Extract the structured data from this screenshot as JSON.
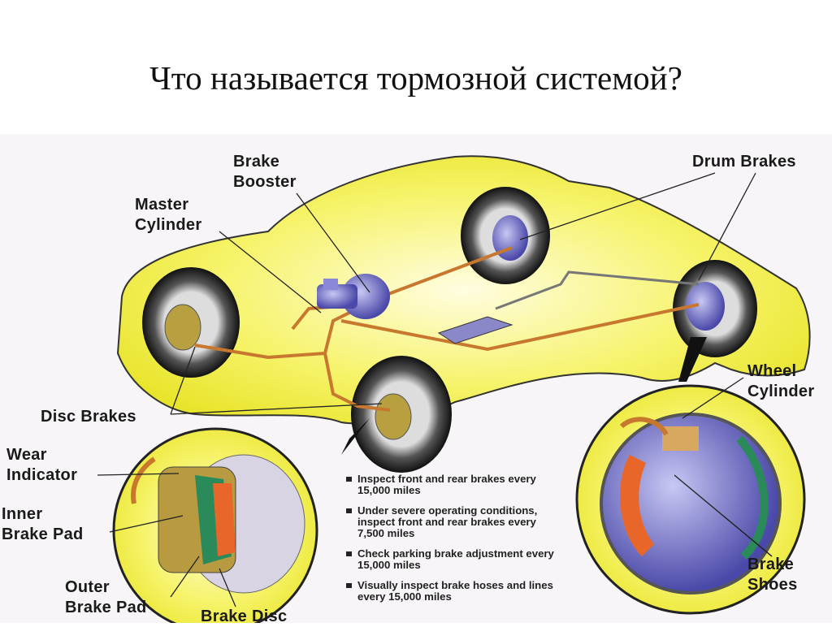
{
  "slide": {
    "title": "Что называется тормозной системой?"
  },
  "diagram": {
    "labels": {
      "brake_booster": [
        "Brake",
        "Booster"
      ],
      "master_cylinder": [
        "Master",
        "Cylinder"
      ],
      "drum_brakes": "Drum Brakes",
      "disc_brakes": "Disc Brakes",
      "wheel_cylinder": [
        "Wheel",
        "Cylinder"
      ],
      "wear_indicator": [
        "Wear",
        "Indicator"
      ],
      "inner_brake_pad": [
        "Inner",
        "Brake Pad"
      ],
      "outer_brake_pad": [
        "Outer",
        "Brake Pad"
      ],
      "brake_disc": "Brake Disc",
      "brake_shoes": [
        "Brake",
        "Shoes"
      ]
    },
    "notes": [
      "Inspect front and rear brakes every 15,000 miles",
      "Under severe operating conditions, inspect front and rear brakes every 7,500 miles",
      "Check parking brake adjustment every 15,000 miles",
      "Visually inspect brake hoses and lines every 15,000 miles"
    ],
    "colors": {
      "car_body": "#f2f03a",
      "brake_line": "#c8782e",
      "component": "#6a68c8",
      "pad": "#e8662a"
    }
  }
}
